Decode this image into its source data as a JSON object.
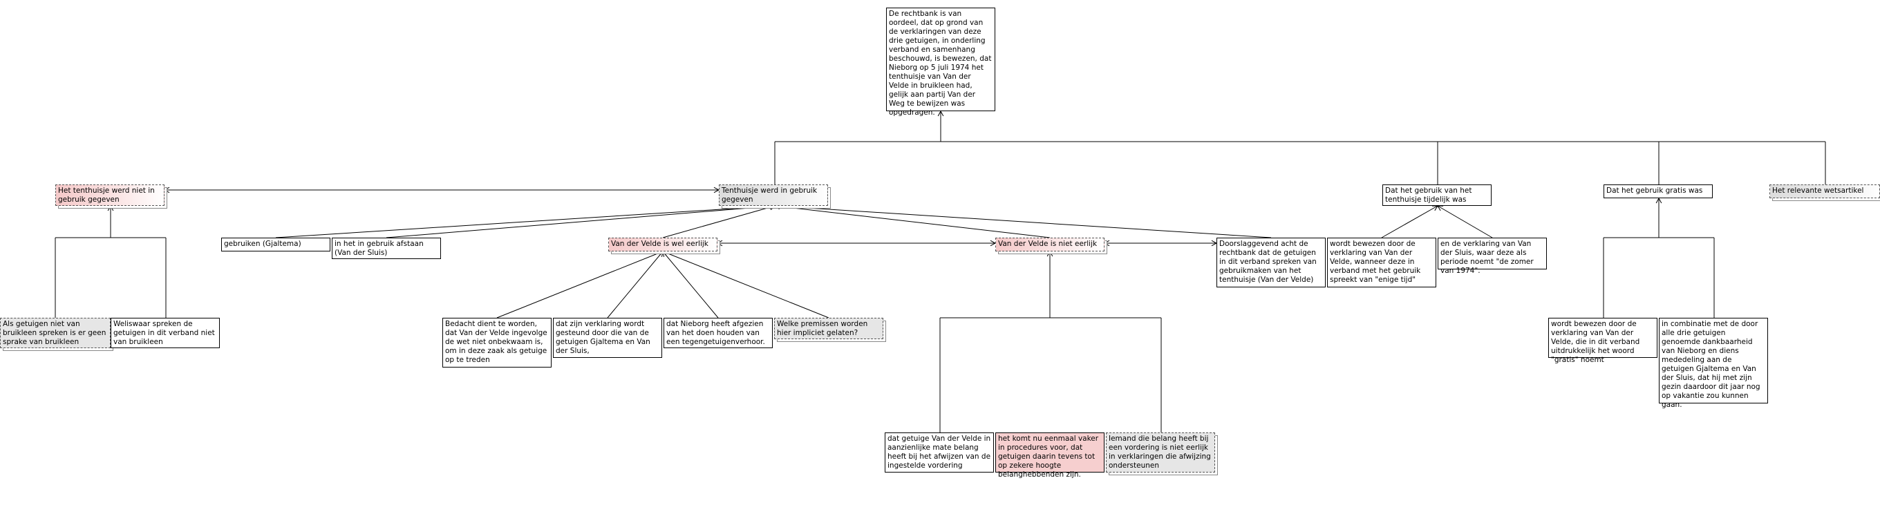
{
  "nodes": {
    "root": "De rechtbank is van oordeel, dat op grond van de verklaringen van deze drie getuigen, in onderling verband en samenhang beschouwd, is bewezen, dat Nieborg op 5 juli 1974 het tenthuisje van Van der Velde in bruikleen had, gelijk aan partij Van der Weg te bewijzen was opgedragen.",
    "niet_gebruik": "Het tenthuisje werd niet in gebruik gegeven",
    "wel_gebruik": "Tenthuisje werd in gebruik gegeven",
    "tijdelijk": "Dat het gebruik van het tenthuisje tijdelijk was",
    "gratis": "Dat het gebruik gratis was",
    "wetsartikel": "Het relevante wetsartikel",
    "getuigen_niet": "Als getuigen niet van bruikleen spreken is er geen sprake van bruikleen",
    "weliswaar": "Weliswaar spreken de getuigen in dit verband niet van bruikleen",
    "gebruiken": "gebruiken (Gjaltema)",
    "afstaan": "in het in gebruik afstaan (Van der Sluis)",
    "wel_eerlijk": "Van der Velde is wel eerlijk",
    "niet_eerlijk": "Van der Velde is niet eerlijk",
    "doorslaggevend": "Doorslaggevend acht de rechtbank dat de getuigen in dit verband spreken van gebruikmaken van het tenthuisje (Van der Velde)",
    "bewezen_tijd": "wordt bewezen door de verklaring van Van der Velde, wanneer deze in verband met het gebruik spreekt van \"enige tijd\"",
    "zomer": "en de verklaring van Van der Sluis, waar deze als periode noemt \"de zomer van 1974\".",
    "bedacht": "Bedacht dient te worden, dat Van der Velde ingevolge de wet niet onbekwaam is, om in deze zaak als getuige op te treden",
    "gesteund": "dat zijn verklaring wordt gesteund door die van de getuigen Gjaltema en Van der Sluis,",
    "afgezien": "dat Nieborg heeft afgezien van het doen houden van een tegengetuigenverhoor.",
    "premissen": "Welke premissen worden hier impliciet gelaten?",
    "gratis_bewezen": "wordt bewezen door de verklaring van Van der Velde, die in dit verband uitdrukkelijk het woord \"gratis\" noemt",
    "dankbaarheid": "in combinatie met de door alle drie getuigen genoemde dankbaarheid van Nieborg en diens mededeling aan de getuigen Gjaltema en Van der Sluis, dat hij met zijn gezin daardoor dit jaar nog op vakantie zou kunnen gaan.",
    "belang": "dat getuige Van der Velde in aanzienlijke mate belang heeft bij het afwijzen van de ingestelde vordering",
    "komt_voor": "het komt nu eenmaal vaker in procedures voor, dat getuigen daarin tevens tot op zekere hoogte belanghebbenden zijn.",
    "iemand": "Iemand die belang heeft bij een vordering is niet eerlijk in verklaringen die afwijzing ondersteunen"
  },
  "colors": {
    "border": "#000000",
    "dashed_border": "#555555",
    "gray_fill": "#e6e6e6",
    "pink_fill": "#f6cfcf",
    "edge": "#000000"
  }
}
